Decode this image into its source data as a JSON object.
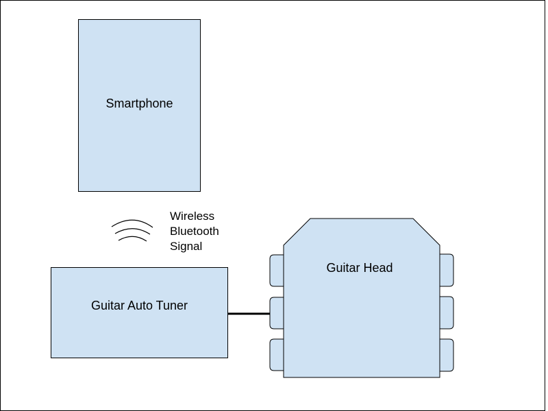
{
  "colors": {
    "box_fill": "#cfe2f3",
    "stroke": "#000000",
    "background": "#ffffff"
  },
  "nodes": {
    "smartphone": "Smartphone",
    "tuner": "Guitar Auto Tuner",
    "guitar_head": "Guitar Head"
  },
  "signal": {
    "lines": [
      "Wireless",
      "Bluetooth",
      "Signal"
    ],
    "icon": "wireless-signal-icon"
  },
  "guitar_head": {
    "tuning_pegs": 6
  }
}
